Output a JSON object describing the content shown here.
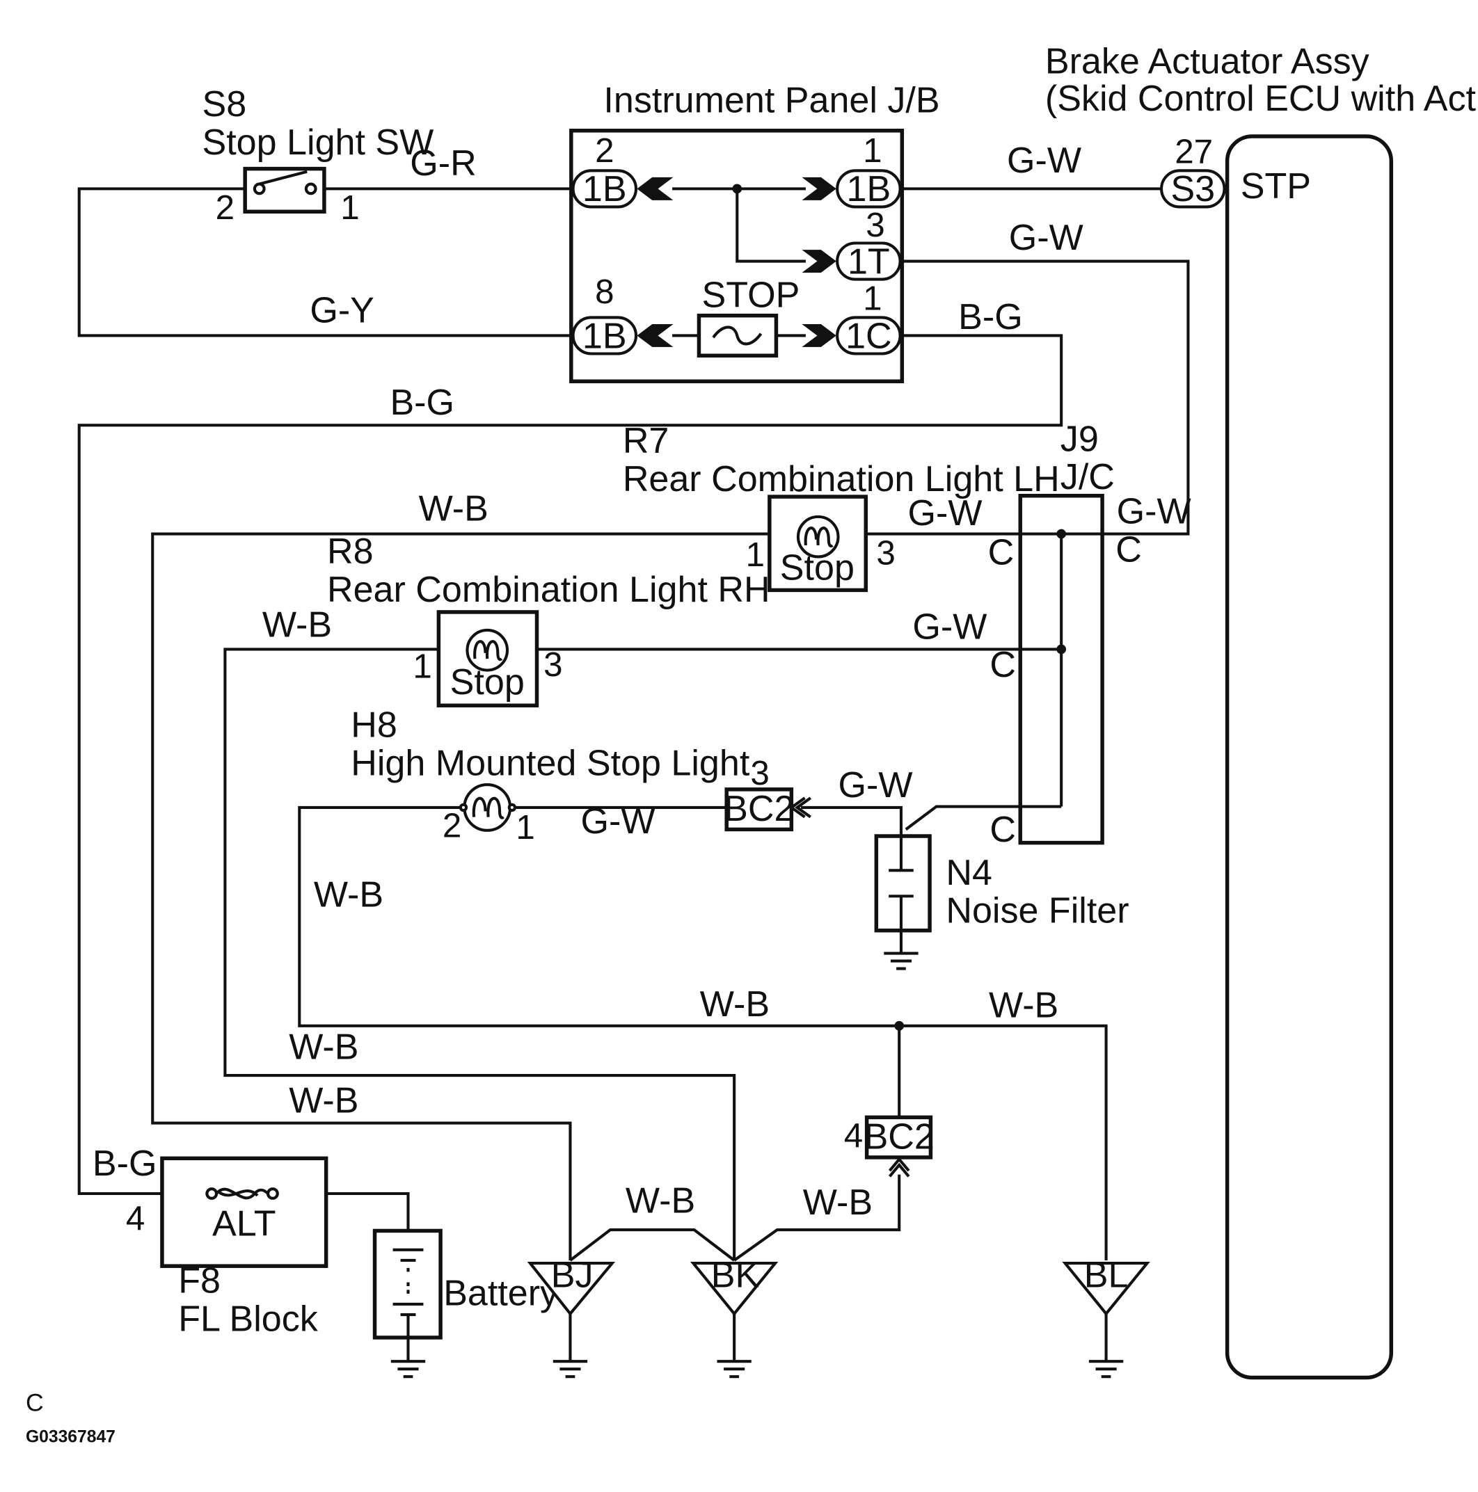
{
  "components": {
    "s8": {
      "id": "S8",
      "name": "Stop Light SW",
      "pin_left": "2",
      "pin_right": "1"
    },
    "ip_jb": {
      "name": "Instrument Panel J/B",
      "pins": {
        "p1": "2",
        "p2": "1",
        "p3": "3",
        "p4": "8",
        "p5": "1"
      },
      "connectors": {
        "c1": "1B",
        "c2": "1B",
        "c3": "1T",
        "c4": "1B",
        "c5": "1C"
      },
      "fuse": "STOP"
    },
    "brake": {
      "name_line1": "Brake Actuator Assy",
      "name_line2": "(Skid Control ECU with Actuator)",
      "pin": "27",
      "connector": "S3",
      "terminal": "STP"
    },
    "r7": {
      "id": "R7",
      "name": "Rear Combination Light LH",
      "lamp": "Stop",
      "pin_left": "1",
      "pin_right": "3"
    },
    "r8": {
      "id": "R8",
      "name": "Rear Combination Light RH",
      "lamp": "Stop",
      "pin_left": "1",
      "pin_right": "3"
    },
    "h8": {
      "id": "H8",
      "name": "High Mounted Stop Light",
      "pin_left": "2",
      "pin_right": "1"
    },
    "j9": {
      "id": "J9",
      "name": "J/C",
      "c1": "C",
      "c2": "C",
      "c3": "C",
      "c4": "C"
    },
    "bc2_top": {
      "pin": "3",
      "label": "BC2"
    },
    "bc2_bottom": {
      "pin": "4",
      "label": "BC2"
    },
    "n4": {
      "id": "N4",
      "name": "Noise Filter"
    },
    "f8": {
      "id": "F8",
      "name": "FL Block",
      "fuse": "ALT",
      "pin": "4"
    },
    "battery": {
      "name": "Battery"
    },
    "grounds": {
      "bj": "BJ",
      "bk": "BK",
      "bl": "BL"
    }
  },
  "wires": {
    "w_gr": "G-R",
    "w_gy": "G-Y",
    "w_gw_1": "G-W",
    "w_gw_2": "G-W",
    "w_bg_1": "B-G",
    "w_bg_2": "B-G",
    "w_bg_3": "B-G",
    "w_wb_r7": "W-B",
    "w_gw_r7": "G-W",
    "w_gw_jc": "G-W",
    "w_wb_r8": "W-B",
    "w_gw_r8": "G-W",
    "w_gw_h8": "G-W",
    "w_gw_bc2": "G-W",
    "w_wb_h8": "W-B",
    "w_wb_mid": "W-B",
    "w_wb_right": "W-B",
    "w_wb_r8_down": "W-B",
    "w_wb_r7_down": "W-B",
    "w_wb_bj_bk": "W-B",
    "w_wb_bk_bc2": "W-B"
  },
  "footer": {
    "page_letter": "C",
    "code": "G03367847"
  }
}
